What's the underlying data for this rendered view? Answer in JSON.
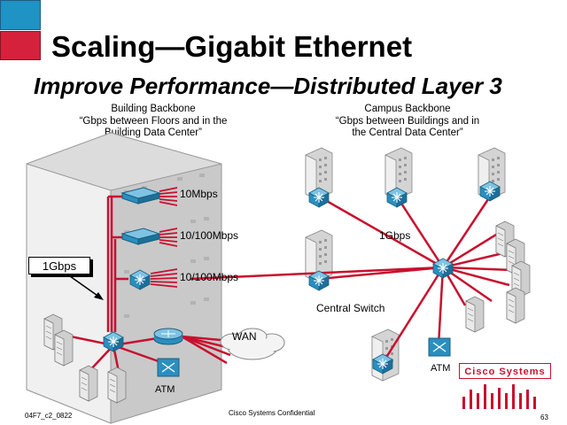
{
  "title": "Scaling—Gigabit Ethernet",
  "subtitle": "Improve Performance—Distributed Layer 3",
  "captions": {
    "building_backbone": [
      "Building Backbone",
      "“Gbps between Floors and in the",
      "Building Data Center”"
    ],
    "campus_backbone": [
      "Campus Backbone",
      "“Gbps between Buildings and in",
      "the Central Data Center”"
    ]
  },
  "labels": {
    "mbps10": "10Mbps",
    "mbps10_100_a": "10/100Mbps",
    "mbps10_100_b": "10/100Mbps",
    "gbps_campus": "1Gbps",
    "gbps_box": "1Gbps",
    "central_switch": "Central Switch",
    "wan": "WAN",
    "atm_left": "ATM",
    "atm_right": "ATM"
  },
  "footer": {
    "code": "04F7_c2_0822",
    "confidential": "Cisco Systems Confidential",
    "page": "63"
  },
  "logo": {
    "text": "Cisco Systems"
  },
  "colors": {
    "link_red": "#c8102e",
    "device_blue": "#2a8fbf",
    "accent_blue": "#1e93c4",
    "accent_red": "#d6213c"
  }
}
